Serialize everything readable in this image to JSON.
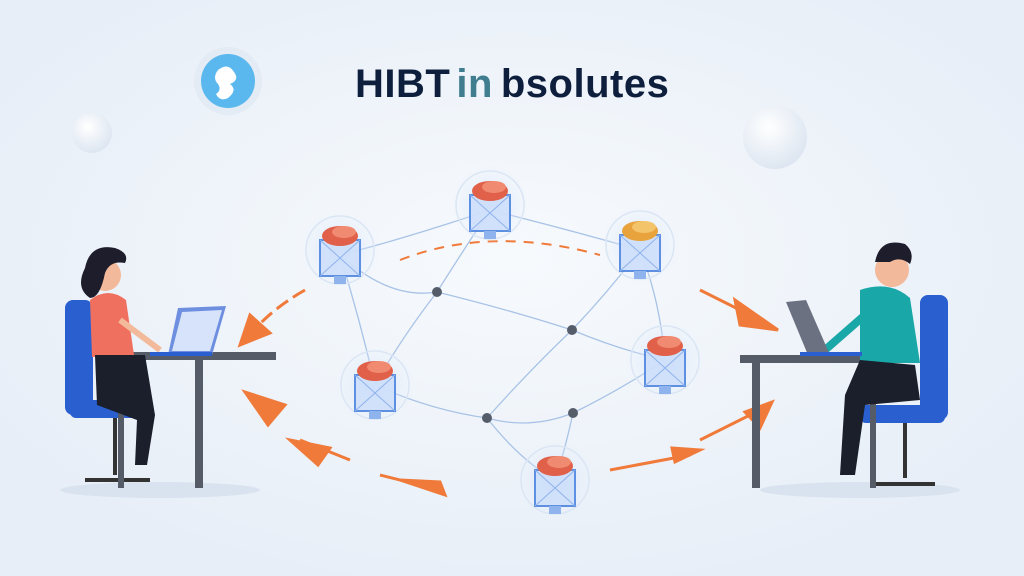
{
  "title": {
    "part1": "HIBT",
    "part2": "in",
    "part3": "bsolutes"
  },
  "colors": {
    "background": "#eef3f9",
    "title": "#0e1f3d",
    "accent_teal": "#3f7d8f",
    "arrow": "#f07a3a",
    "node": "#5b8fe0",
    "logo": "#5ab8ee"
  },
  "icons": [
    "logo-icon",
    "blockchain-node-icon",
    "network-hub-icon",
    "arrow-icon",
    "person-icon",
    "laptop-icon"
  ]
}
